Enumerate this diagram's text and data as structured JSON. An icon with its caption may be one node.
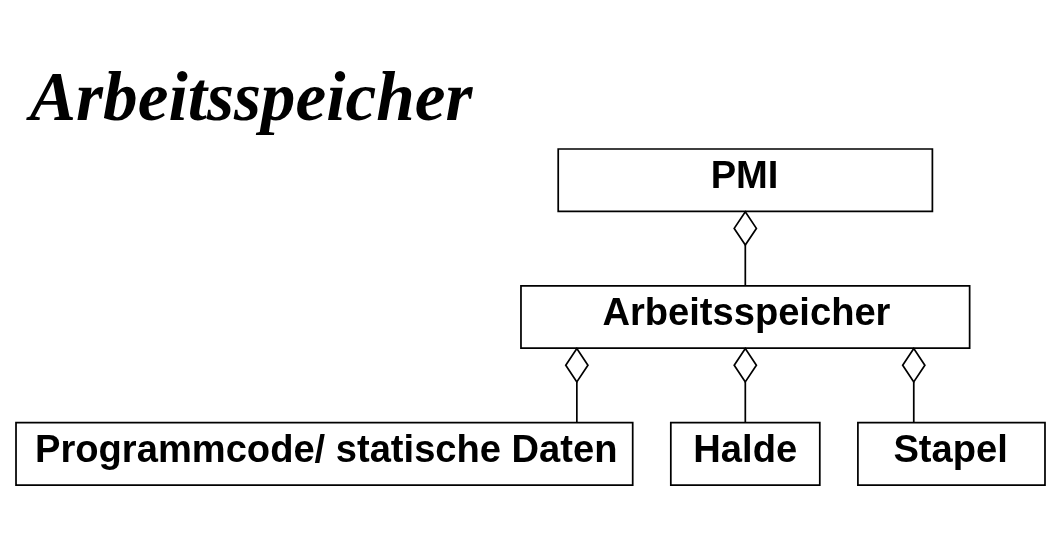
{
  "diagram": {
    "title": "Arbeitsspeicher",
    "nodes": [
      {
        "text": [
          "PMI"
        ]
      },
      {
        "text": [
          "Arbeitsspeicher"
        ]
      },
      {
        "text": [
          "Programmcode/ statische Daten"
        ]
      },
      {
        "text": [
          "Halde"
        ]
      },
      {
        "text": [
          "Stapel"
        ]
      }
    ],
    "edges": [
      {
        "from": 1,
        "to": 0,
        "arrow": "other"
      },
      {
        "from": 2,
        "to": 1,
        "arrow": "other"
      },
      {
        "from": 3,
        "to": 1,
        "arrow": "other"
      },
      {
        "from": 4,
        "to": 1,
        "arrow": "other"
      }
    ]
  }
}
